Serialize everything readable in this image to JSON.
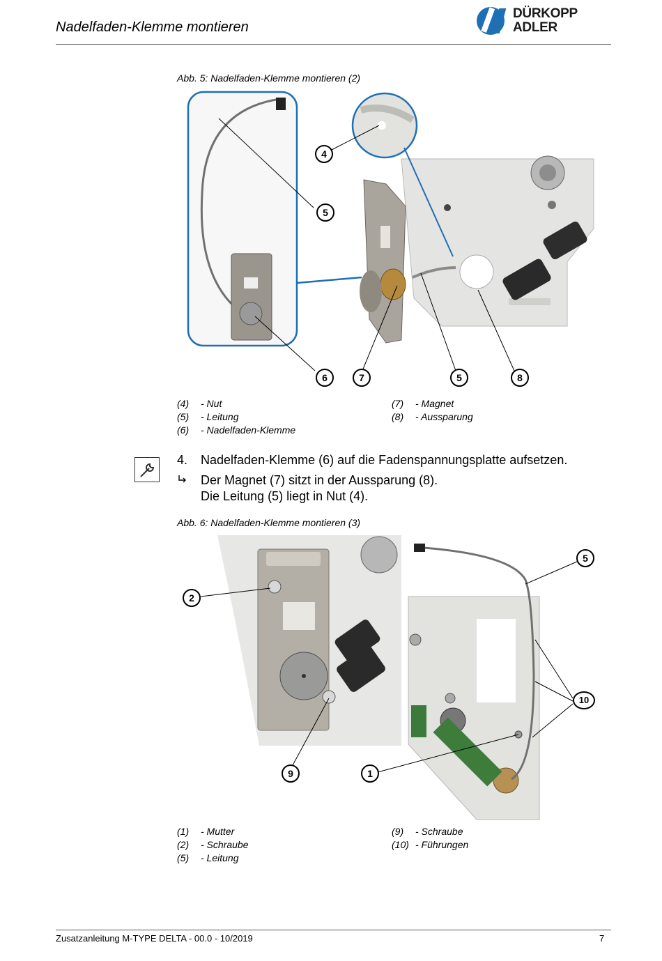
{
  "header": {
    "title": "Nadelfaden-Klemme montieren",
    "brand_line1": "DÜRKOPP",
    "brand_line2": "ADLER",
    "brand_color": "#1f6fb5"
  },
  "figure5": {
    "caption": "Abb. 5: Nadelfaden-Klemme montieren (2)",
    "callouts": [
      "4",
      "5",
      "6",
      "7",
      "5",
      "8"
    ],
    "legend_left": [
      {
        "num": "(4)",
        "text": "- Nut"
      },
      {
        "num": "(5)",
        "text": "- Leitung"
      },
      {
        "num": "(6)",
        "text": "- Nadelfaden-Klemme"
      }
    ],
    "legend_right": [
      {
        "num": "(7)",
        "text": "- Magnet"
      },
      {
        "num": "(8)",
        "text": "- Aussparung"
      }
    ]
  },
  "instruction": {
    "tool_icon": "wrench-icon",
    "step_number": "4.",
    "step_text": "Nadelfaden-Klemme (6) auf die Fadenspannungsplatte aufsetzen.",
    "result_icon": "result-arrow-icon",
    "result_line1": "Der Magnet (7) sitzt in der Aussparung (8).",
    "result_line2": "Die Leitung (5) liegt in Nut (4)."
  },
  "figure6": {
    "caption": "Abb. 6: Nadelfaden-Klemme montieren (3)",
    "callouts": [
      "2",
      "9",
      "1",
      "5",
      "10"
    ],
    "legend_left": [
      {
        "num": "(1)",
        "text": "- Mutter"
      },
      {
        "num": "(2)",
        "text": "- Schraube"
      },
      {
        "num": "(5)",
        "text": "- Leitung"
      }
    ],
    "legend_right": [
      {
        "num": "(9)",
        "text": "- Schraube"
      },
      {
        "num": "(10)",
        "text": "- Führungen"
      }
    ]
  },
  "footer": {
    "doc_title": "Zusatzanleitung M-TYPE DELTA - 00.0 - 10/2019",
    "page_number": "7"
  }
}
